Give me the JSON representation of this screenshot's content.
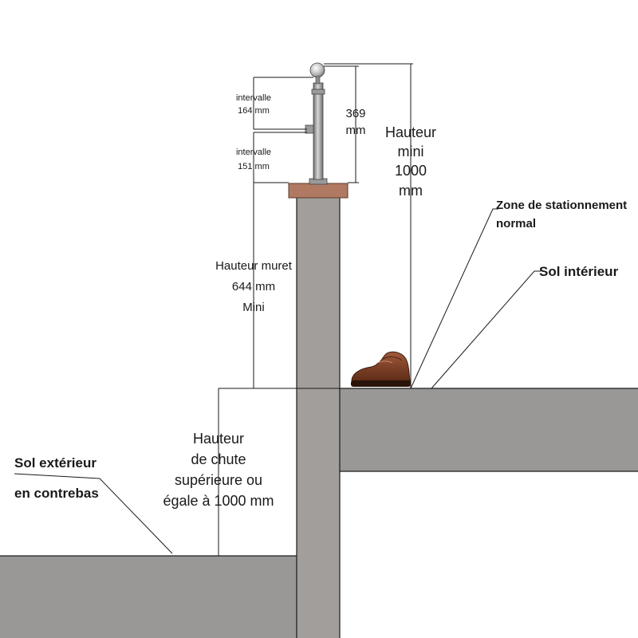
{
  "labels": {
    "intervalle_top_1": "intervalle",
    "intervalle_top_2": "164 mm",
    "intervalle_bottom_1": "intervalle",
    "intervalle_bottom_2": "151 mm",
    "rail_height_1": "369",
    "rail_height_2": "mm",
    "hauteur_mini_1": "Hauteur",
    "hauteur_mini_2": "mini",
    "hauteur_mini_3": "1000",
    "hauteur_mini_4": "mm",
    "zone_1": "Zone de stationnement",
    "zone_2": "normal",
    "sol_interieur": "Sol intérieur",
    "muret_1": "Hauteur muret",
    "muret_2": "644 mm",
    "muret_3": "Mini",
    "chute_1": "Hauteur",
    "chute_2": "de chute",
    "chute_3": "supérieure ou",
    "chute_4": "égale à 1000 mm",
    "sol_exterieur_1": "Sol extérieur",
    "sol_exterieur_2": "en contrebas"
  },
  "colors": {
    "concrete": "#9a9896",
    "wall": "#a19e9b",
    "coping": "#b07a62",
    "shoe": "#7a3c22",
    "post": "#8c8c8c"
  },
  "icons": {
    "shoe": "shoe-icon"
  }
}
